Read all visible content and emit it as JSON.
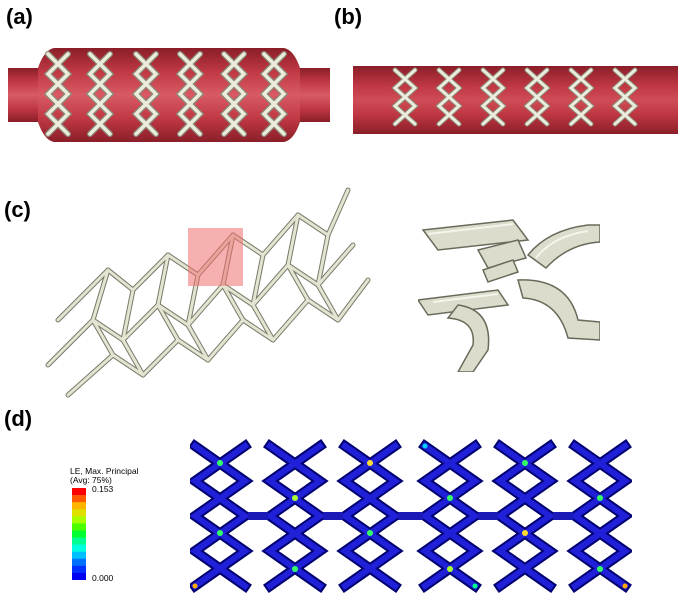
{
  "panels": {
    "a": "(a)",
    "b": "(b)",
    "c": "(c)",
    "d": "(d)"
  },
  "legend": {
    "title_line1": "LE, Max. Principal",
    "title_line2": "(Avg: 75%)",
    "max_label": "0.153",
    "min_label": "0.000",
    "colors": [
      "#ff0000",
      "#ff5a00",
      "#ffb400",
      "#e0e000",
      "#a8ff00",
      "#4cff00",
      "#00ff30",
      "#00ff90",
      "#00ffe0",
      "#00c0ff",
      "#0070ff",
      "#0030ff",
      "#0000f0"
    ]
  },
  "colors": {
    "vessel": "#b8303a",
    "vessel_dark": "#8a1e28",
    "vessel_light": "#e07078",
    "stent": "#e8e8d8",
    "stent_edge": "#8a8a78",
    "highlight_box": "#f07070",
    "fem_blue": "#1a1ab8",
    "fem_dark": "#000070"
  }
}
